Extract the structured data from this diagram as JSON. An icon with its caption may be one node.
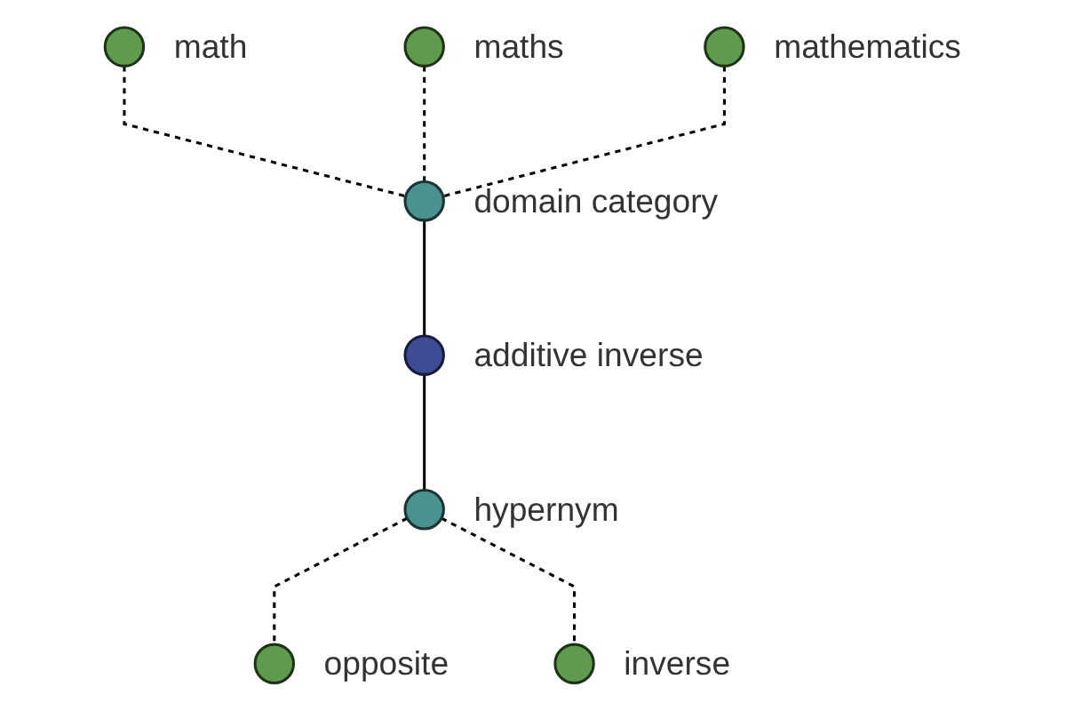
{
  "diagram": {
    "nodes": [
      {
        "text": [],
        "shape": "circle",
        "beside": [
          "maths"
        ]
      },
      {
        "text": [],
        "shape": "circle",
        "beside": [
          "math"
        ]
      },
      {
        "text": [],
        "shape": "circle",
        "beside": [
          "mathematics"
        ]
      },
      {
        "text": [],
        "shape": "circle",
        "beside": [
          "domain category"
        ]
      },
      {
        "text": [],
        "shape": "circle",
        "beside": [
          "additive inverse"
        ]
      },
      {
        "text": [],
        "shape": "circle",
        "beside": [
          "hypernym"
        ]
      },
      {
        "text": [],
        "shape": "circle",
        "beside": [
          "opposite"
        ]
      },
      {
        "text": [],
        "shape": "circle",
        "beside": [
          "inverse"
        ]
      }
    ],
    "edges": [
      {
        "from": 1,
        "to": 3,
        "arrow": "none",
        "style": "dashed"
      },
      {
        "from": 0,
        "to": 3,
        "arrow": "none",
        "style": "dashed"
      },
      {
        "from": 2,
        "to": 3,
        "arrow": "none",
        "style": "dashed"
      },
      {
        "from": 3,
        "to": 4,
        "arrow": "none"
      },
      {
        "from": 4,
        "to": 5,
        "arrow": "none"
      },
      {
        "from": 5,
        "to": 6,
        "arrow": "none",
        "style": "dashed"
      },
      {
        "from": 5,
        "to": 7,
        "arrow": "none",
        "style": "dashed"
      }
    ]
  }
}
